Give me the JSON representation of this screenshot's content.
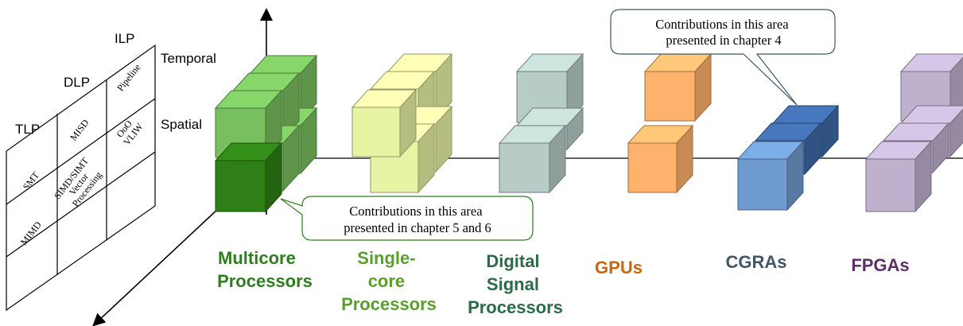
{
  "axes": {
    "level_labels": {
      "ilp": "ILP",
      "dlp": "DLP",
      "tlp": "TLP"
    },
    "temporal_label": "Temporal",
    "spatial_label": "Spatial"
  },
  "taxonomy_grid": {
    "cells": {
      "pipeline": "Pipeline",
      "misd": "MISD",
      "smt": "SMT",
      "ooo_vliw": [
        "OoO",
        "VLIW"
      ],
      "simd_simt": [
        "SIMD/SIMT",
        "Vector",
        "Processing"
      ],
      "mimd": "MIMD"
    }
  },
  "callouts": {
    "chapter4": [
      "Contributions in this area",
      "presented in chapter 4"
    ],
    "chapter56": [
      "Contributions in this area",
      "presented in chapter 5 and 6"
    ]
  },
  "categories": [
    {
      "id": "multicore",
      "lines": [
        "Multicore",
        "Processors"
      ],
      "color": "#2e7d1e"
    },
    {
      "id": "single",
      "lines": [
        "Single-",
        "core",
        "Processors"
      ],
      "color": "#5a9e2f"
    },
    {
      "id": "dsp",
      "lines": [
        "Digital",
        "Signal",
        "Processors"
      ],
      "color": "#2b6b45"
    },
    {
      "id": "gpu",
      "lines": [
        "GPUs"
      ],
      "color": "#c8650f"
    },
    {
      "id": "cgra",
      "lines": [
        "CGRAs"
      ],
      "color": "#3f5766"
    },
    {
      "id": "fpga",
      "lines": [
        "FPGAs"
      ],
      "color": "#5e2f66"
    }
  ],
  "cube_colors": {
    "multicore": "#78bf5f",
    "multicore_highlight": "#2e8016",
    "single": "#e8f3a3",
    "dsp": "#b7ccc7",
    "gpu": "#ffb26b",
    "cgra_front": "#6f9bd0",
    "cgra_highlight": "#3f6aa8",
    "fpga": "#bfb1ce"
  }
}
